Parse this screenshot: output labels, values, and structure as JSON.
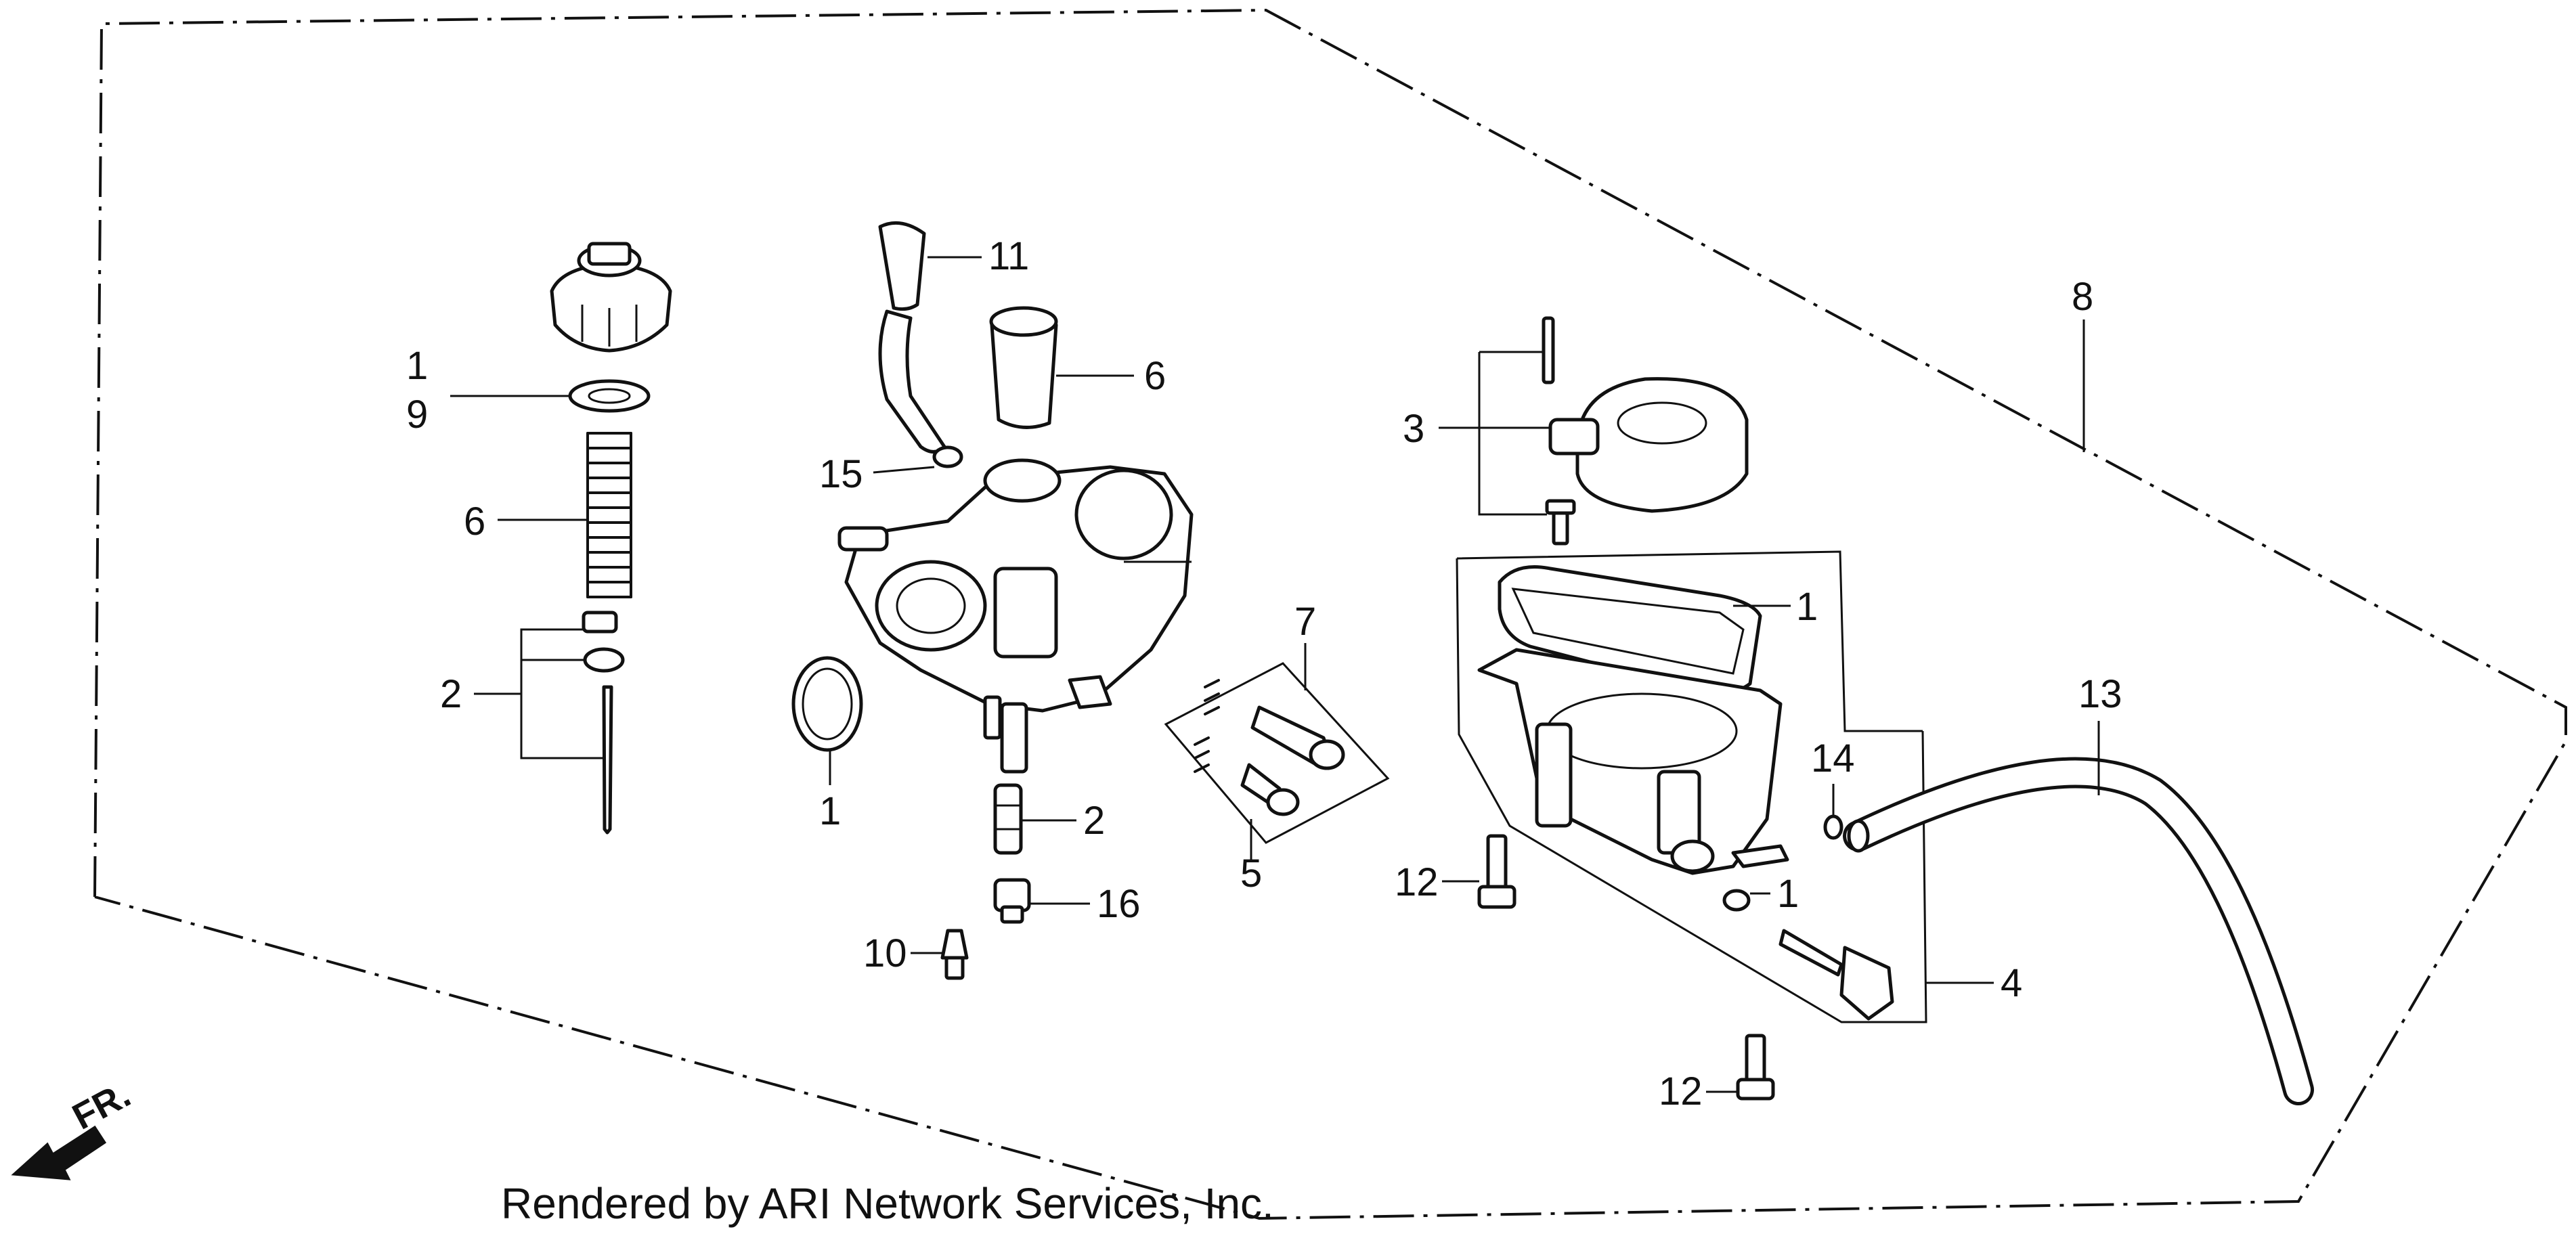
{
  "callouts": {
    "c1_cap": "1",
    "c9": "9",
    "c6_spring": "6",
    "c2_needle": "2",
    "c11": "11",
    "c6_slide": "6",
    "c15": "15",
    "c1_body": "1",
    "c2_jet": "2",
    "c16": "16",
    "c10": "10",
    "c7": "7",
    "c5": "5",
    "c3": "3",
    "c8": "8",
    "c1_bowl": "1",
    "c14": "14",
    "c13": "13",
    "c12_a": "12",
    "c1_oring": "1",
    "c4": "4",
    "c12_b": "12"
  },
  "direction_marker": "FR.",
  "footer": "Rendered by ARI Network Services, Inc."
}
